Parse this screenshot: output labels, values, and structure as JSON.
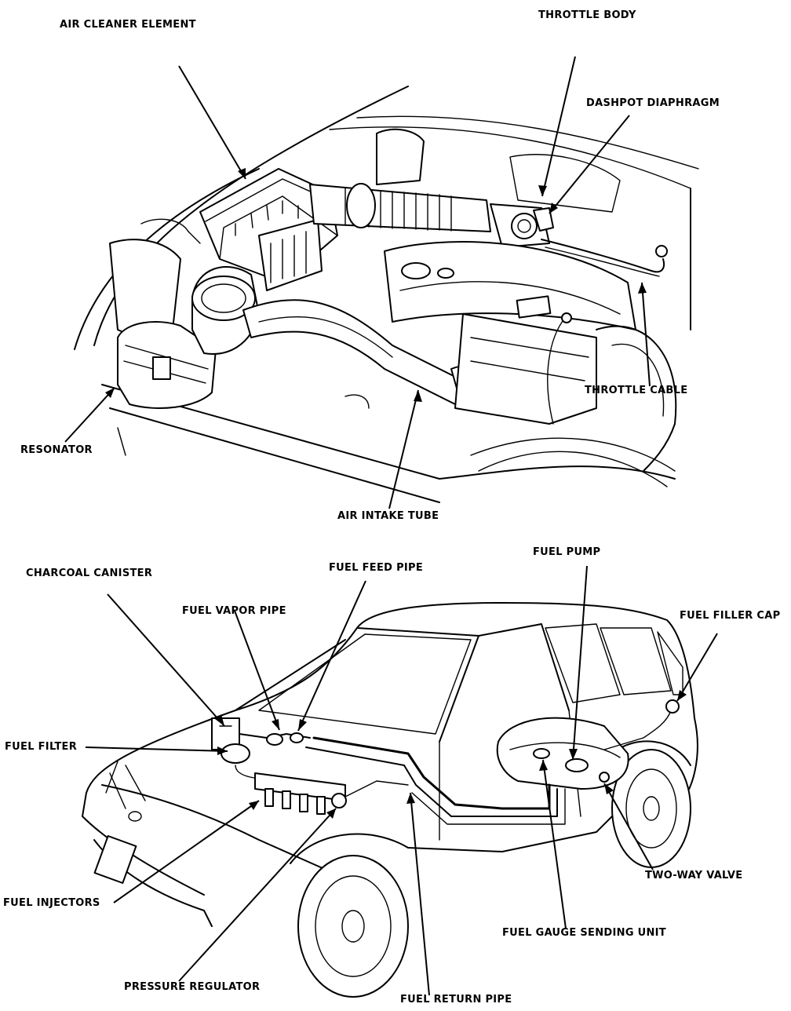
{
  "labels": {
    "air_cleaner_element": "AIR CLEANER ELEMENT",
    "throttle_body": "THROTTLE BODY",
    "dashpot_diaphragm": "DASHPOT DIAPHRAGM",
    "throttle_cable": "THROTTLE CABLE",
    "resonator": "RESONATOR",
    "air_intake_tube": "AIR INTAKE TUBE",
    "charcoal_canister": "CHARCOAL CANISTER",
    "fuel_feed_pipe": "FUEL FEED PIPE",
    "fuel_pump": "FUEL PUMP",
    "fuel_vapor_pipe": "FUEL VAPOR PIPE",
    "fuel_filler_cap": "FUEL FILLER CAP",
    "fuel_filter": "FUEL FILTER",
    "fuel_injectors": "FUEL INJECTORS",
    "two_way_valve": "TWO-WAY VALVE",
    "fuel_gauge_sending_unit": "FUEL GAUGE SENDING UNIT",
    "pressure_regulator": "PRESSURE REGULATOR",
    "fuel_return_pipe": "FUEL RETURN PIPE"
  }
}
